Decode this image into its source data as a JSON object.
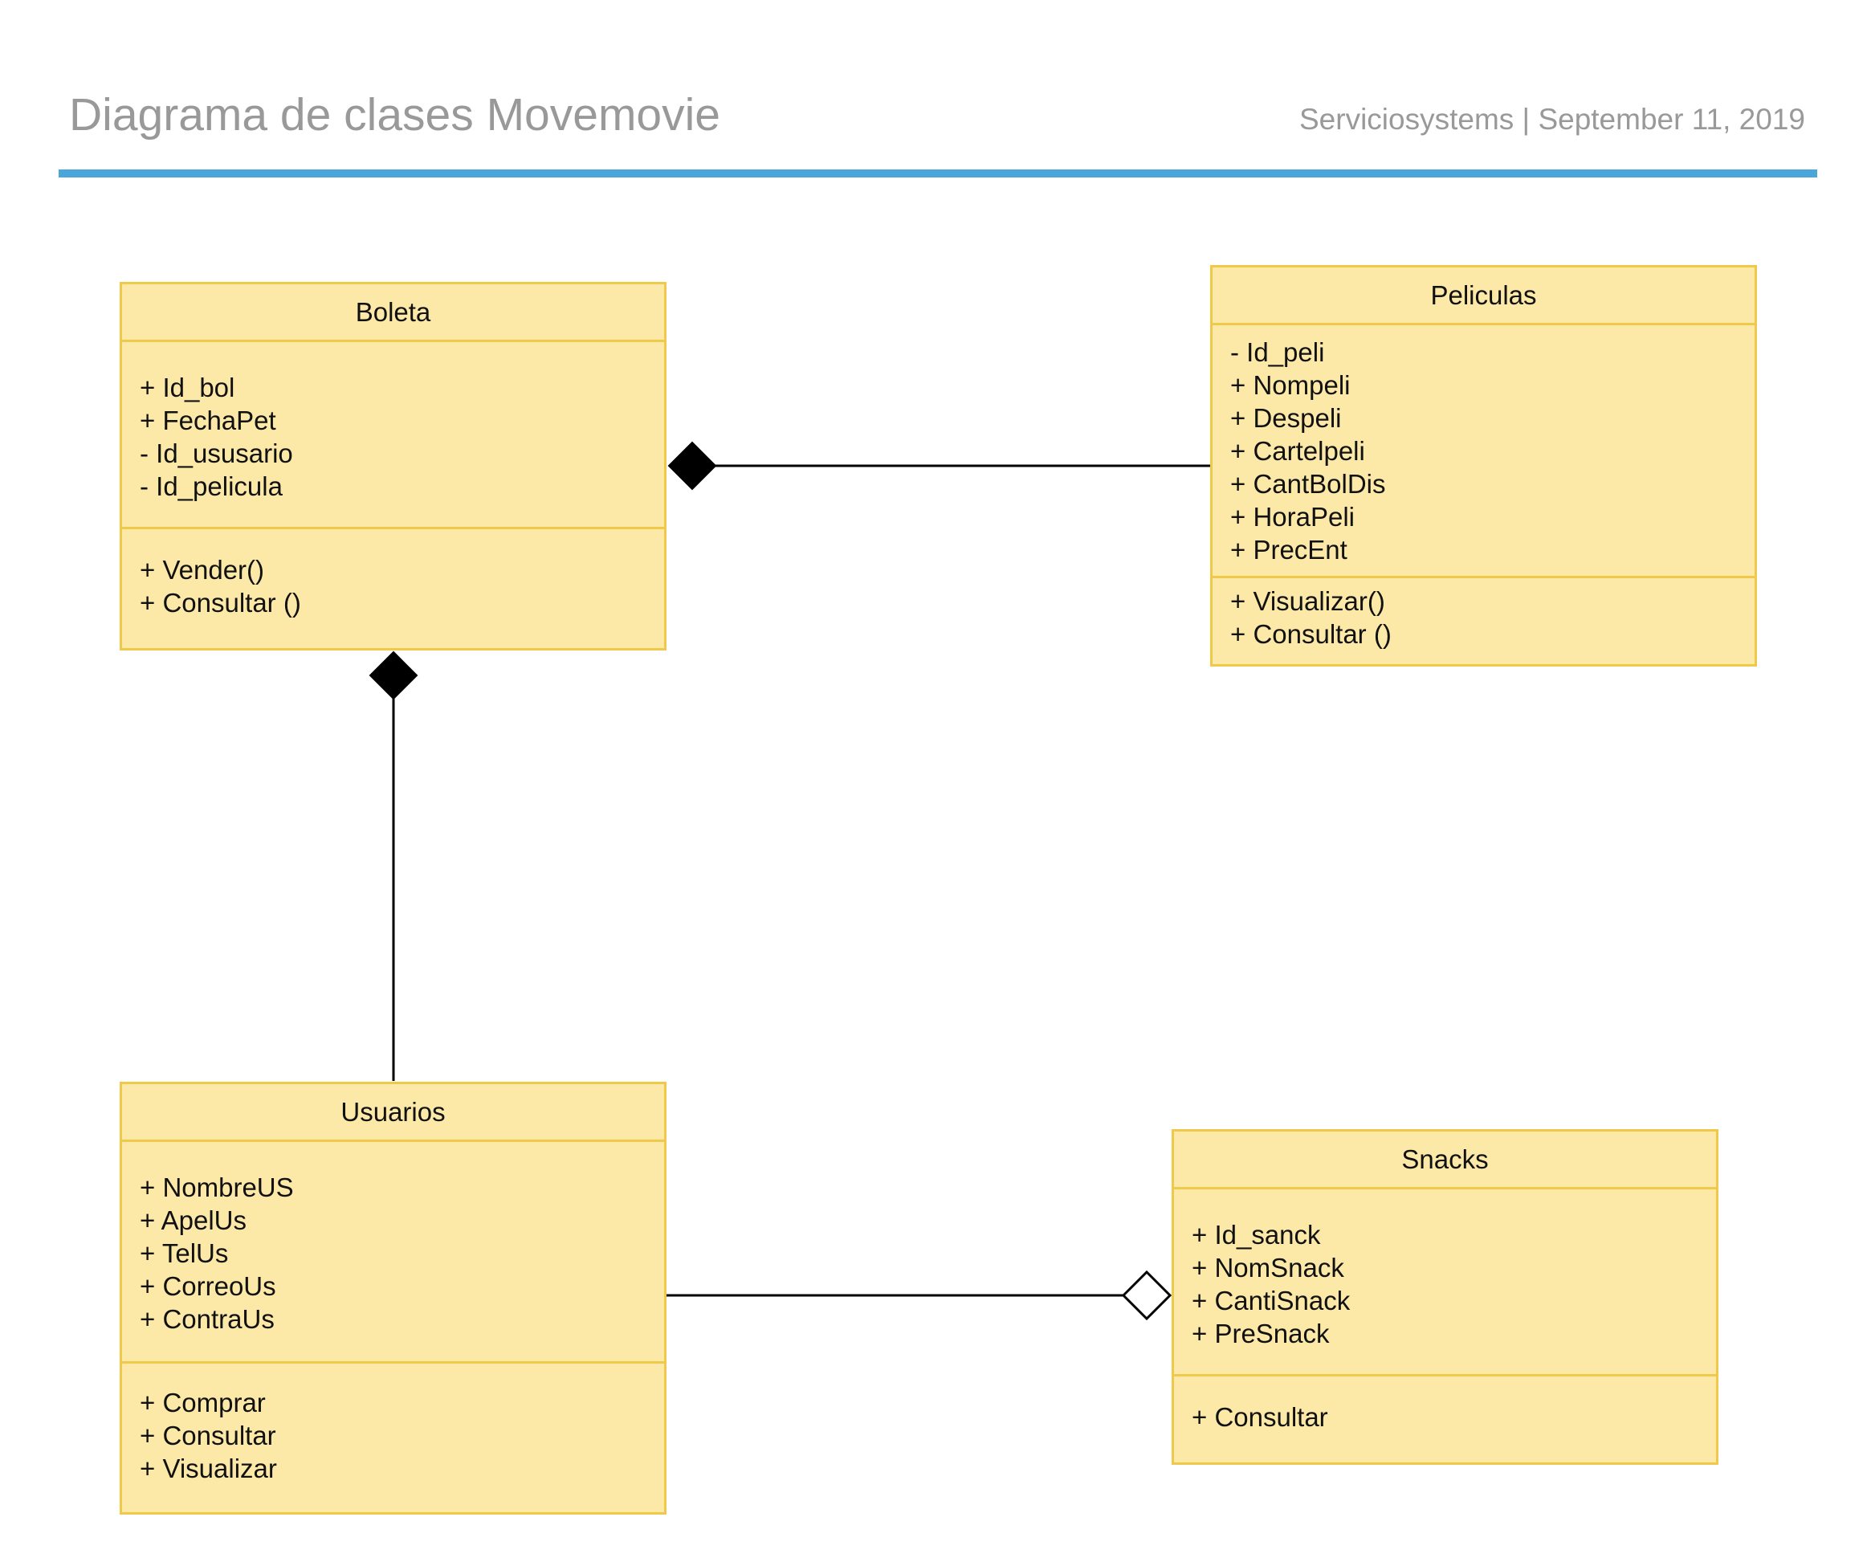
{
  "header": {
    "title": "Diagrama de clases Movemovie",
    "subtitle": "Serviciosystems | September 11, 2019"
  },
  "colors": {
    "accent_rule": "#4aa6da",
    "class_fill": "#fce9a8",
    "class_border": "#f1c94a",
    "header_text": "#999999"
  },
  "classes": {
    "boleta": {
      "name": "Boleta",
      "attributes": [
        "+ Id_bol",
        "+ FechaPet",
        "- Id_ususario",
        "- Id_pelicula"
      ],
      "methods": [
        "+ Vender()",
        "+ Consultar ()"
      ]
    },
    "peliculas": {
      "name": "Peliculas",
      "attributes": [
        "- Id_peli",
        "+ Nompeli",
        "+ Despeli",
        "+ Cartelpeli",
        "+ CantBolDis",
        "+ HoraPeli",
        "+ PrecEnt"
      ],
      "methods": [
        "+ Visualizar()",
        "+ Consultar ()"
      ]
    },
    "usuarios": {
      "name": "Usuarios",
      "attributes": [
        "+ NombreUS",
        "+ ApelUs",
        "+ TelUs",
        "+ CorreoUs",
        "+ ContraUs"
      ],
      "methods": [
        "+ Comprar",
        "+ Consultar",
        "+ Visualizar"
      ]
    },
    "snacks": {
      "name": "Snacks",
      "attributes": [
        "+ Id_sanck",
        "+ NomSnack",
        "+ CantiSnack",
        "+ PreSnack"
      ],
      "methods": [
        "+ Consultar"
      ]
    }
  },
  "relationships": [
    {
      "from": "Peliculas",
      "to": "Boleta",
      "type": "composition"
    },
    {
      "from": "Usuarios",
      "to": "Boleta",
      "type": "composition"
    },
    {
      "from": "Usuarios",
      "to": "Snacks",
      "type": "aggregation"
    }
  ]
}
